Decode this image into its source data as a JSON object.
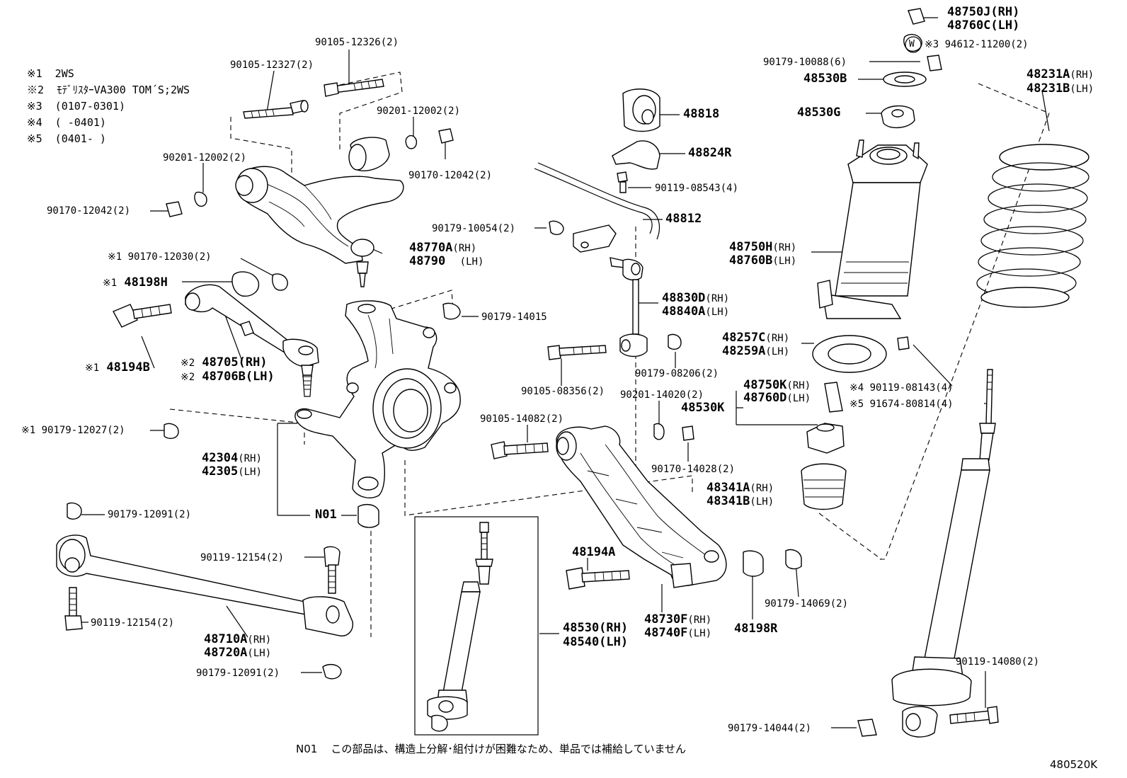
{
  "notes": [
    {
      "key": "※1",
      "text": "2WS"
    },
    {
      "key": "※2",
      "text": "ﾓﾃﾞﾘｽﾀｰVA300 TOM´S;2WS"
    },
    {
      "key": "※3",
      "text": "(0107-0301)"
    },
    {
      "key": "※4",
      "text": "(     -0401)"
    },
    {
      "key": "※5",
      "text": "(0401-     )"
    }
  ],
  "parts": {
    "p90105_12326": "90105-12326(2)",
    "p90105_12327": "90105-12327(2)",
    "p90201_12002_a": "90201-12002(2)",
    "p90201_12002_b": "90201-12002(2)",
    "p90170_12042_a": "90170-12042(2)",
    "p90170_12042_b": "90170-12042(2)",
    "p48770A": "48770A",
    "p48770A_q": "(RH)",
    "p48790": "48790",
    "p48790_q": "(LH)",
    "p90170_12030": "※1 90170-12030(2)",
    "p48198H": "48198H",
    "p48198H_k": "※1",
    "p48194B": "48194B",
    "p48194B_k": "※1",
    "p48705": "48705(RH)",
    "p48705_k": "※2",
    "p48706B": "48706B(LH)",
    "p48706B_k": "※2",
    "p90179_14015": "90179-14015",
    "p90179_12027": "※1 90179-12027(2)",
    "p42304": "42304",
    "p42304_q": "(RH)",
    "p42305": "42305",
    "p42305_q": "(LH)",
    "pN01": "N01",
    "p90179_12091_a": "90179-12091(2)",
    "p90119_12154_a": "90119-12154(2)",
    "p90119_12154_b": "90119-12154(2)",
    "p48710A": "48710A",
    "p48710A_q": "(RH)",
    "p48720A": "48720A",
    "p48720A_q": "(LH)",
    "p90179_12091_b": "90179-12091(2)",
    "p48818": "48818",
    "p48824R": "48824R",
    "p90119_08543": "90119-08543(4)",
    "p48812": "48812",
    "p90179_10054": "90179-10054(2)",
    "p48830D": "48830D",
    "p48830D_q": "(RH)",
    "p48840A": "48840A",
    "p48840A_q": "(LH)",
    "p90179_08206": "90179-08206(2)",
    "p90105_08356": "90105-08356(2)",
    "p90201_14020": "90201-14020(2)",
    "p90105_14082": "90105-14082(2)",
    "p90170_14028": "90170-14028(2)",
    "p48194A": "48194A",
    "p48730F": "48730F",
    "p48730F_q": "(RH)",
    "p48740F": "48740F",
    "p48740F_q": "(LH)",
    "p48198R": "48198R",
    "p90179_14069": "90179-14069(2)",
    "p48530": "48530(RH)",
    "p48540": "48540(LH)",
    "p48750J": "48750J(RH)",
    "p48760C": "48760C(LH)",
    "p94612": "※3 94612-11200(2)",
    "pW": "W",
    "p90179_10088": "90179-10088(6)",
    "p48530B": "48530B",
    "p48530G": "48530G",
    "p48231A": "48231A",
    "p48231A_q": "(RH)",
    "p48231B": "48231B",
    "p48231B_q": "(LH)",
    "p48750H": "48750H",
    "p48750H_q": "(RH)",
    "p48760B": "48760B",
    "p48760B_q": "(LH)",
    "p48257C": "48257C",
    "p48257C_q": "(RH)",
    "p48259A": "48259A",
    "p48259A_q": "(LH)",
    "p90119_08143": "※4 90119-08143(4)",
    "p91674": "※5 91674-80814(4)",
    "p48750K": "48750K",
    "p48750K_q": "(RH)",
    "p48760D": "48760D",
    "p48760D_q": "(LH)",
    "p48530K": "48530K",
    "p48341A": "48341A",
    "p48341A_q": "(RH)",
    "p48341B": "48341B",
    "p48341B_q": "(LH)",
    "p90119_14080": "90119-14080(2)",
    "p90179_14044": "90179-14044(2)"
  },
  "footer": {
    "n01_key": "N01",
    "n01_text": "この部品は、構造上分解･組付けが困難なため、単品では補給していません",
    "figure_code": "480520K"
  }
}
